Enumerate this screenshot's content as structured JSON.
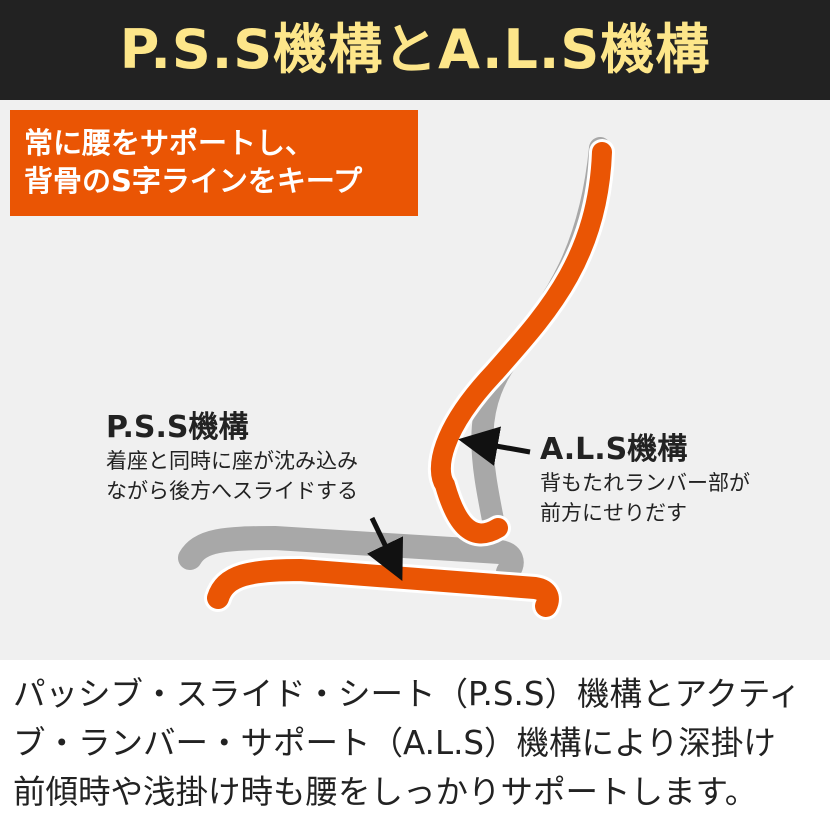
{
  "header": {
    "title": "P.S.S機構とA.L.S機構"
  },
  "callout": {
    "lines": [
      "常に腰をサポートし、",
      "背骨のS字ラインをキープ"
    ]
  },
  "pss": {
    "title": "P.S.S機構",
    "desc": [
      "着座と同時に座が沈み込み",
      "ながら後方へスライドする"
    ]
  },
  "als": {
    "title": "A.L.S機構",
    "desc": [
      "背もたれランバー部が",
      "前方にせりだす"
    ]
  },
  "footer": {
    "lines": [
      "パッシブ・スライド・シート（P.S.S）機構とアクティ",
      "ブ・ランバー・サポート（A.L.S）機構により深掛け",
      "前傾時や浅掛け時も腰をしっかりサポートします。"
    ]
  },
  "colors": {
    "accent": "#ea5504",
    "header_bg": "#222222",
    "header_text": "#fde68a",
    "stage_bg": "#f0f0f0",
    "shadow_gray": "#a8a8a8"
  }
}
